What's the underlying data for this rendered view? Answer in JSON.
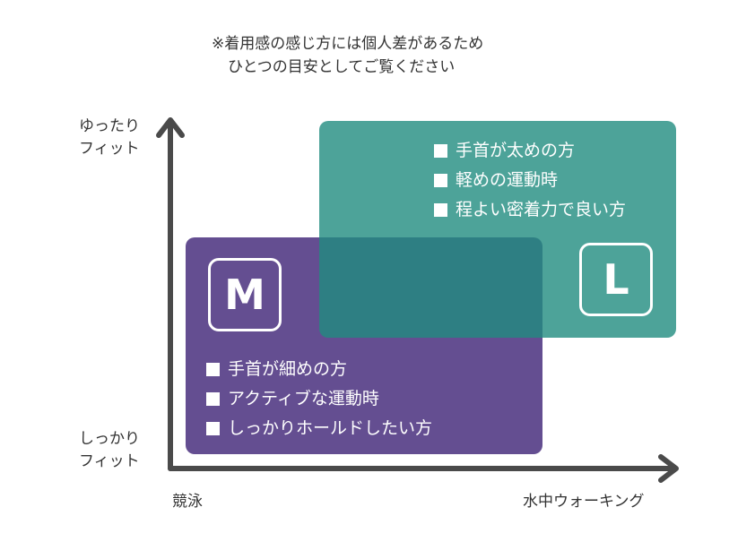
{
  "note": {
    "line1": "※着用感の感じ方には個人差があるため",
    "line2": "ひとつの目安としてご覧ください"
  },
  "y_axis": {
    "top_label": [
      "ゆったり",
      "フィット"
    ],
    "bottom_label": [
      "しっかり",
      "フィット"
    ]
  },
  "x_axis": {
    "left_label": "競泳",
    "right_label": "水中ウォーキング"
  },
  "sizes": {
    "L": {
      "badge": "L",
      "color": "#208c80",
      "items": [
        "手首が太めの方",
        "軽めの運動時",
        "程よい密着力で良い方"
      ]
    },
    "M": {
      "badge": "M",
      "color": "#644e91",
      "items": [
        "手首が細めの方",
        "アクティブな運動時",
        "しっかりホールドしたい方"
      ]
    }
  },
  "colors": {
    "axis": "#4a4a4a",
    "overlap": "#267b80"
  }
}
